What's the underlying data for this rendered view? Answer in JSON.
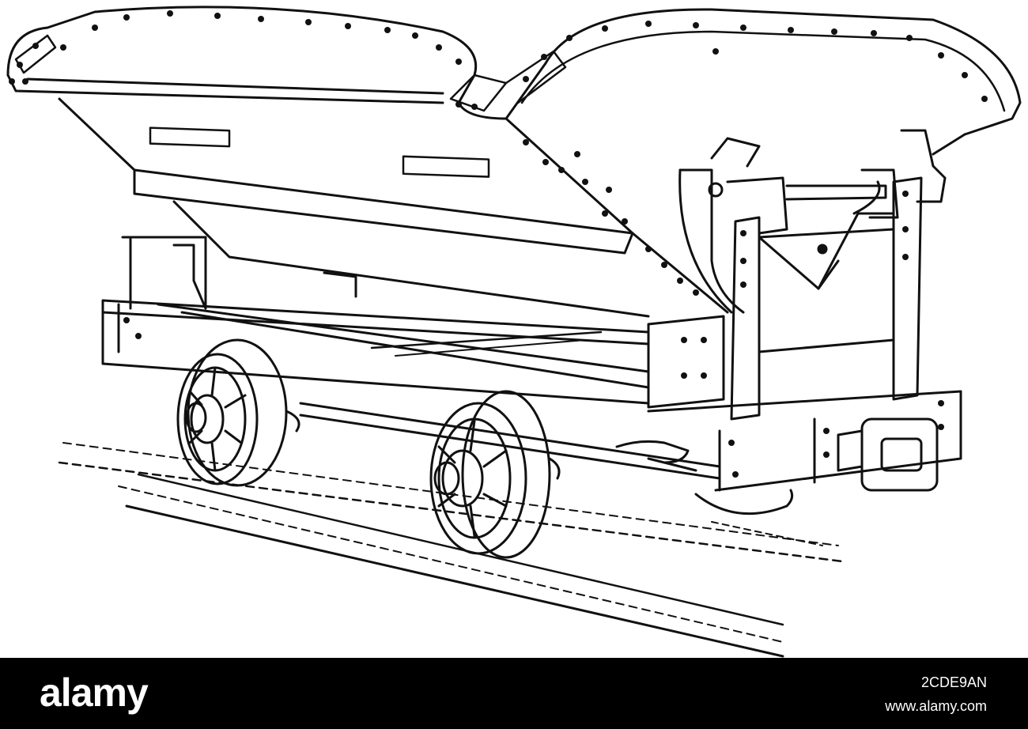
{
  "footer": {
    "logo": "alamy",
    "stock_id": "2CDE9AN",
    "url": "www.alamy.com",
    "background": "#000000",
    "text_color": "#ffffff"
  },
  "illustration": {
    "subject": "tipping-wagon-engraving",
    "ink_color": "#111111",
    "paper_color": "#ffffff"
  }
}
